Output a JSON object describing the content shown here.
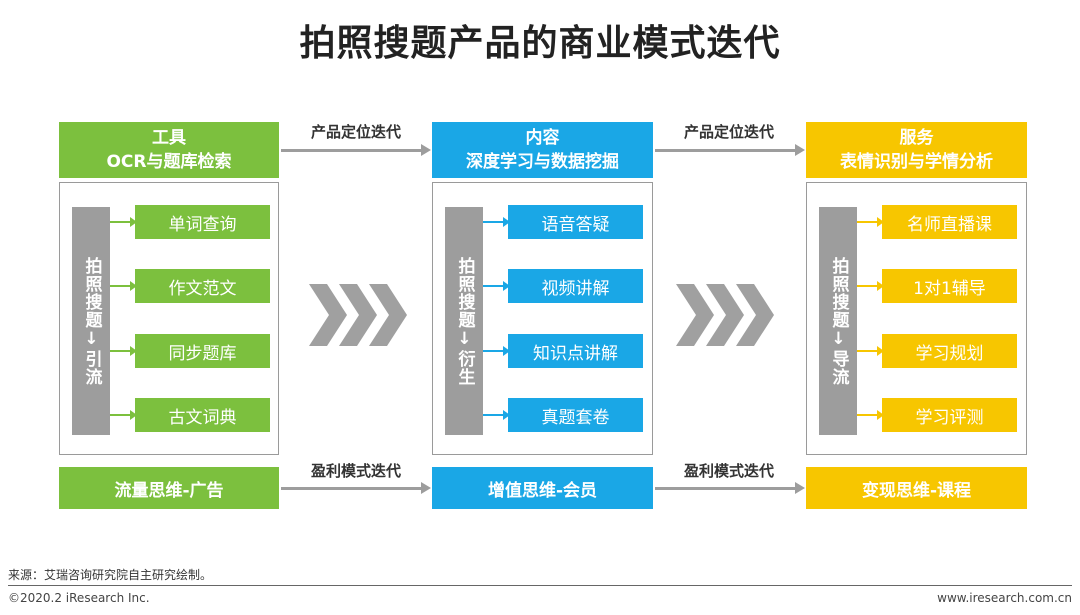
{
  "title": "拍照搜题产品的商业模式迭代",
  "columns": [
    {
      "header_line1": "工具",
      "header_line2": "OCR与题库检索",
      "vertical_label": "拍照搜题↓引流",
      "items": [
        "单词查询",
        "作文范文",
        "同步题库",
        "古文词典"
      ],
      "footer": "流量思维-广告",
      "color": "#7cc03e"
    },
    {
      "header_line1": "内容",
      "header_line2": "深度学习与数据挖掘",
      "vertical_label": "拍照搜题↓衍生",
      "items": [
        "语音答疑",
        "视频讲解",
        "知识点讲解",
        "真题套卷"
      ],
      "footer": "增值思维-会员",
      "color": "#1aa7e6"
    },
    {
      "header_line1": "服务",
      "header_line2": "表情识别与学情分析",
      "vertical_label": "拍照搜题↓导流",
      "items": [
        "名师直播课",
        "1对1辅导",
        "学习规划",
        "学习评测"
      ],
      "footer": "变现思维-课程",
      "color": "#f7c600"
    }
  ],
  "connectors": {
    "top_label_1": "产品定位迭代",
    "top_label_2": "产品定位迭代",
    "bottom_label_1": "盈利模式迭代",
    "bottom_label_2": "盈利模式迭代"
  },
  "footer": {
    "source": "来源：艾瑞咨询研究院自主研究绘制。",
    "copyright": "©2020.2 iResearch Inc.",
    "website": "www.iresearch.com.cn"
  }
}
